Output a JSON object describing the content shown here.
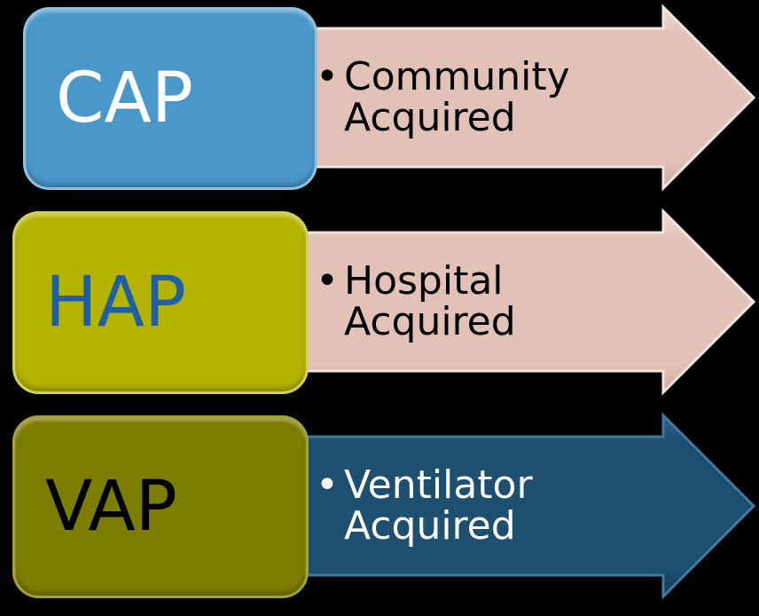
{
  "colors": {
    "background": "#000000",
    "cap_box": "#4a98c9",
    "hap_box": "#b4b400",
    "vap_box": "#7d7d00",
    "arrow_light": "#e2c2b6",
    "arrow_dark": "#1d4f70",
    "text_white": "#ffffff",
    "text_blue": "#1f5fa8",
    "text_black": "#000000"
  },
  "rows": [
    {
      "label": "CAP",
      "bullet": "•",
      "line1": "Community",
      "line2": "Acquired"
    },
    {
      "label": "HAP",
      "bullet": "•",
      "line1": "Hospital",
      "line2": "Acquired"
    },
    {
      "label": "VAP",
      "bullet": "•",
      "line1": "Ventilator",
      "line2": "Acquired"
    }
  ]
}
